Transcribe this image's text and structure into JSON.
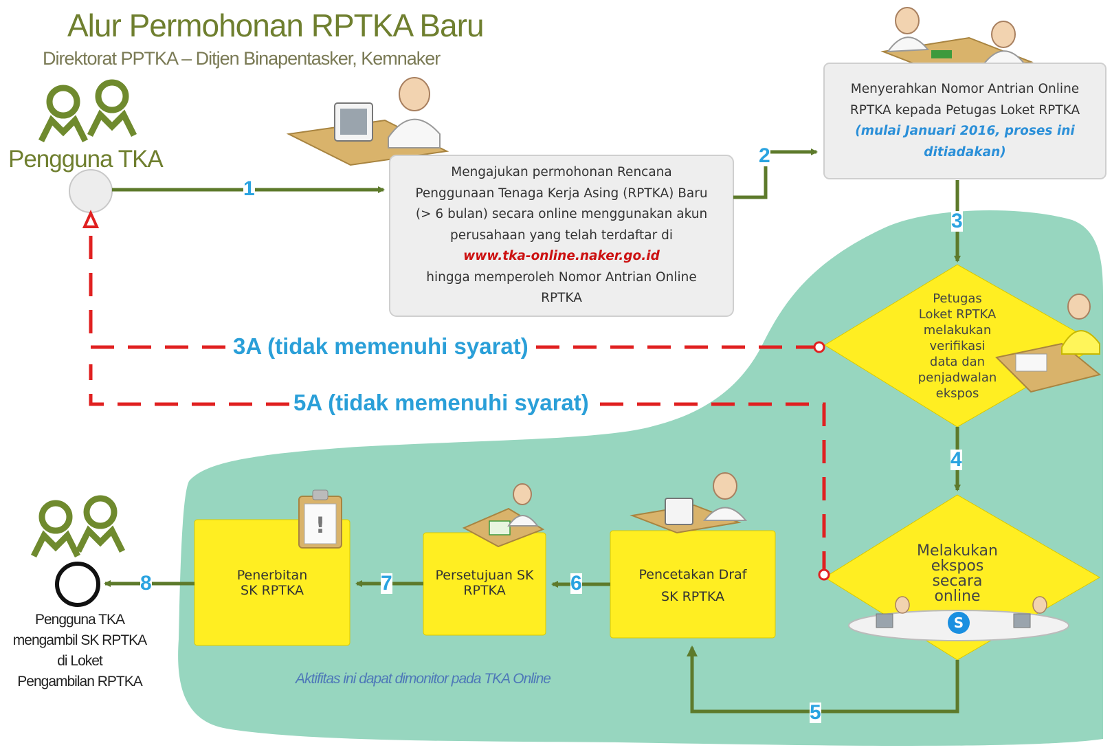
{
  "header": {
    "title": "Alur Permohonan RPTKA Baru",
    "subtitle": "Direktorat PPTKA – Ditjen Binapentasker, Kemnaker"
  },
  "actors": {
    "start_label": "Pengguna TKA",
    "end_label_lines": [
      "Pengguna TKA",
      "mengambil SK RPTKA",
      "di Loket",
      "Pengambilan RPTKA"
    ]
  },
  "steps": {
    "s1": {
      "line1": "Mengajukan permohonan Rencana",
      "line2": "Penggunaan Tenaga Kerja Asing (RPTKA) Baru",
      "line3": "(> 6 bulan) secara online menggunakan akun",
      "line4": "perusahaan yang telah terdaftar di",
      "link": "www.tka-online.naker.go.id",
      "line5": "hingga memperoleh Nomor Antrian Online",
      "line6": "RPTKA"
    },
    "s2": {
      "line1": "Menyerahkan Nomor Antrian Online",
      "line2": "RPTKA kepada Petugas Loket RPTKA",
      "note1": "(mulai Januari 2016, proses ini",
      "note2": "ditiadakan)"
    },
    "s3": {
      "lines": [
        "Petugas",
        "Loket RPTKA",
        "melakukan",
        "verifikasi",
        "data dan",
        "penjadwalan",
        "ekspos"
      ]
    },
    "s4": {
      "lines": [
        "Melakukan",
        "ekspos",
        "secara",
        "online"
      ]
    },
    "s5": {
      "line1": "Pencetakan Draf",
      "line2": "SK RPTKA"
    },
    "s6": {
      "line1": "Persetujuan SK",
      "line2": "RPTKA"
    },
    "s7": {
      "line1": "Penerbitan",
      "line2": "SK RPTKA"
    }
  },
  "step_numbers": {
    "n1": "1",
    "n2": "2",
    "n3": "3",
    "n4": "4",
    "n5": "5",
    "n6": "6",
    "n7": "7",
    "n8": "8"
  },
  "returns": {
    "r3a": "3A (tidak memenuhi syarat)",
    "r5a": "5A (tidak memenuhi syarat)"
  },
  "monitor_note": "Aktifitas ini dapat dimonitor pada TKA Online",
  "colors": {
    "green_line": "#5d7a2b",
    "actor_green": "#6f8a2e",
    "region_fill": "#97d6bf",
    "yellow": "#ffee22",
    "gray_box": "#eeeeee",
    "red_dash": "#e02020",
    "step_blue": "#2aa3e0",
    "link_red": "#cc1111"
  }
}
